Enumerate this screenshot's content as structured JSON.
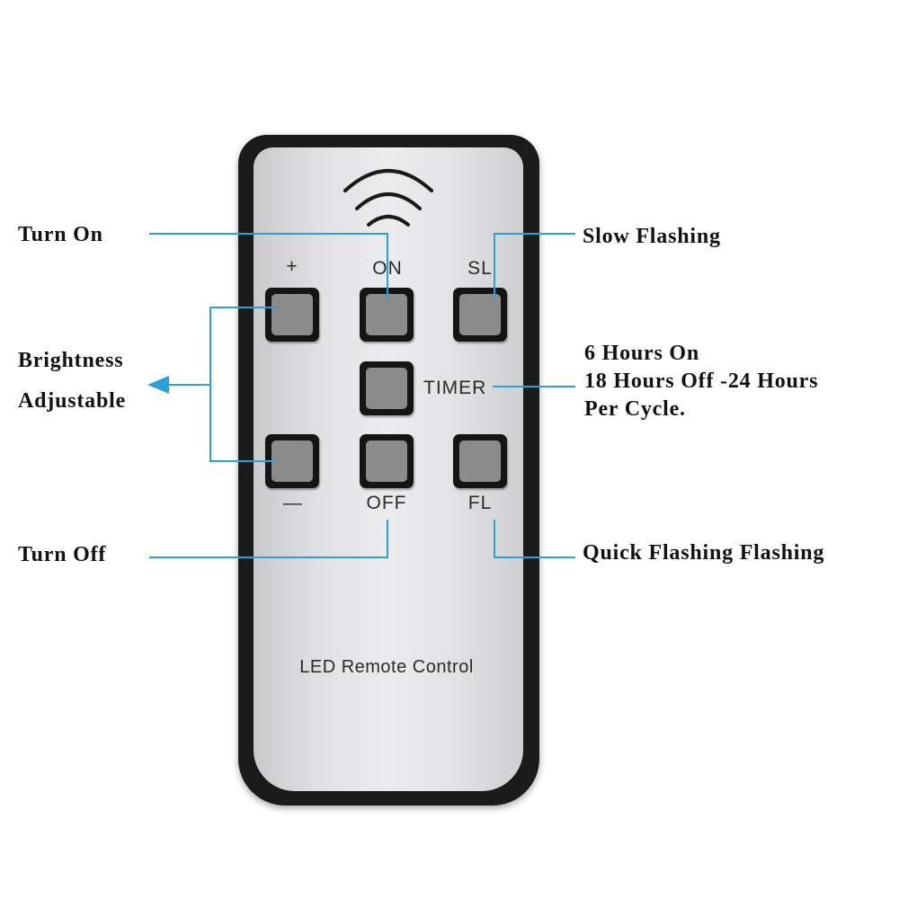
{
  "remote": {
    "buttons": {
      "plus": "+",
      "on": "ON",
      "sl": "SL",
      "timer": "TIMER",
      "minus": "—",
      "off": "OFF",
      "fl": "FL"
    },
    "brand": "LED Remote Control"
  },
  "callouts": {
    "turn_on": "Turn On",
    "slow_flashing": "Slow Flashing",
    "brightness_line1": "Brightness",
    "brightness_line2": "Adjustable",
    "timer_line1": "6 Hours On",
    "timer_line2": "18 Hours Off -24 Hours",
    "timer_line3": "Per Cycle.",
    "turn_off": "Turn Off",
    "quick_flashing": "Quick Flashing Flashing"
  },
  "colors": {
    "callout_line": "#2a9fd8",
    "key_cap": "#8b8b8b",
    "shell": "#1b1b1b",
    "face": "#e6e6e8"
  }
}
